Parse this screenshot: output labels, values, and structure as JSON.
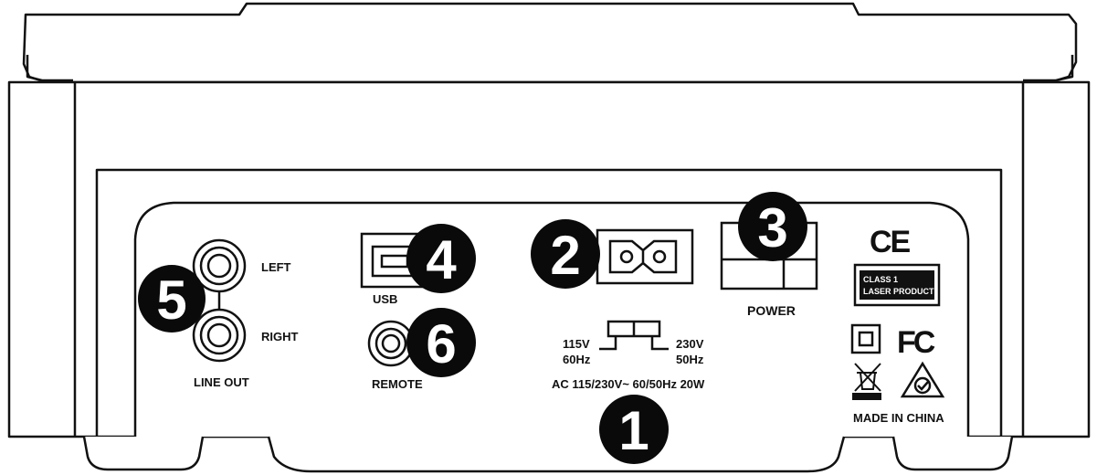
{
  "panel_labels": {
    "left": "LEFT",
    "right": "RIGHT",
    "line_out": "LINE OUT",
    "usb": "USB",
    "remote": "REMOTE",
    "power": "POWER",
    "voltage_115": "115V",
    "hz_60": "60Hz",
    "voltage_230": "230V",
    "hz_50": "50Hz",
    "ac_rating": "AC 115/230V~ 60/50Hz 20W",
    "laser_class_line1": "CLASS 1",
    "laser_class_line2": "LASER PRODUCT",
    "made_in": "MADE IN CHINA",
    "ce_mark": "CE",
    "fcc_mark": "FC"
  },
  "callouts": [
    "1",
    "2",
    "3",
    "4",
    "5",
    "6"
  ],
  "colors": {
    "line": "#111111",
    "badge_fill": "#0a0a0a",
    "badge_text": "#ffffff",
    "background": "#ffffff"
  },
  "icons": [
    "double-insulation-icon",
    "weee-bin-icon",
    "rcm-compliance-icon",
    "ce-mark-icon",
    "fcc-logo-icon"
  ]
}
